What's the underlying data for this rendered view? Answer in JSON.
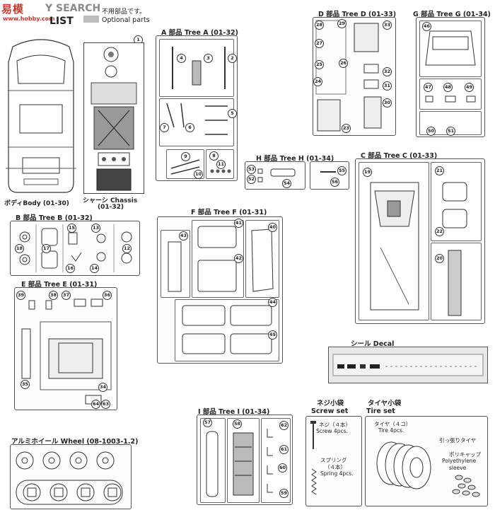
{
  "header": {
    "logo_main": "易模",
    "logo_site": "www.hobby.com",
    "search_text": "Y SEARCH",
    "list_text": "LIST",
    "optional_jp": "不用部品です。",
    "optional_en": "Optional parts"
  },
  "body": {
    "label": "ボディBody  (01-30)",
    "num": "1"
  },
  "chassis": {
    "label": "シャーシ Chassis",
    "code": "(01-32)"
  },
  "tree_a": {
    "title": "A 部品 Tree A  (01-32)",
    "nums": [
      "4",
      "3",
      "2",
      "5",
      "7",
      "6",
      "9",
      "8",
      "11",
      "10"
    ]
  },
  "tree_b": {
    "title": "B 部品 Tree B  (01-32)",
    "nums": [
      "18",
      "17",
      "15",
      "13",
      "12",
      "16",
      "14"
    ]
  },
  "tree_c": {
    "title": "C 部品 Tree C  (01-33)",
    "nums": [
      "19",
      "21",
      "22",
      "20"
    ]
  },
  "tree_d": {
    "title": "D 部品 Tree D  (01-33)",
    "nums": [
      "28",
      "29",
      "33",
      "27",
      "26",
      "25",
      "32",
      "24",
      "31",
      "30",
      "23"
    ]
  },
  "tree_e": {
    "title": "E 部品 Tree E  (01-31)",
    "nums": [
      "39",
      "38",
      "37",
      "36",
      "35",
      "34",
      "64",
      "63"
    ]
  },
  "tree_f": {
    "title": "F 部品 Tree F  (01-31)",
    "nums": [
      "43",
      "41",
      "40",
      "42",
      "44",
      "45"
    ]
  },
  "tree_g": {
    "title": "G 部品 Tree G  (01-34)",
    "nums": [
      "46",
      "47",
      "48",
      "49",
      "50",
      "51"
    ]
  },
  "tree_h": {
    "title": "H 部品 Tree H  (01-34)",
    "nums": [
      "53",
      "52",
      "54",
      "55",
      "56"
    ]
  },
  "tree_i": {
    "title": "I  部品 Tree I  (01-34)",
    "nums": [
      "57",
      "58",
      "62",
      "61",
      "60",
      "59"
    ]
  },
  "decal": {
    "title": "シール Decal"
  },
  "wheel": {
    "title": "アルミホイール Wheel  (08-1003-1.2)"
  },
  "screw_set": {
    "title_jp": "ネジ小袋",
    "title_en": "Screw set",
    "screw_jp": "ネジ（４本）",
    "screw_en": "Screw 4pcs.",
    "spring_jp": "スプリング",
    "spring_count": "（４本）",
    "spring_en": "Spring 4pcs."
  },
  "tire_set": {
    "title_jp": "タイヤ小袋",
    "title_en": "Tire set",
    "tire_jp": "タイヤ（４コ）",
    "tire_en": "Tire 4pcs.",
    "stretch_jp": "引っ張りタイヤ",
    "poly_jp": "ポリキャップ",
    "poly_en1": "Polyethylene",
    "poly_en2": "sleeve"
  }
}
